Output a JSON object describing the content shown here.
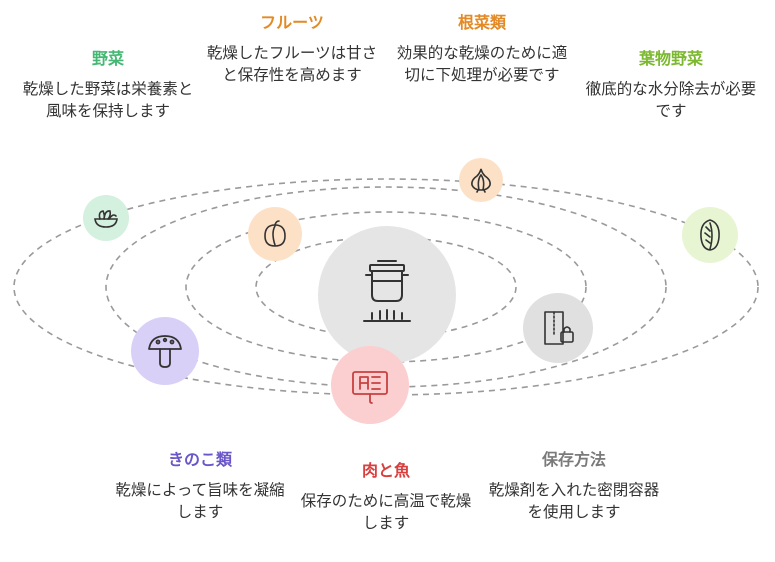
{
  "colors": {
    "vegetables": "#44b873",
    "fruits": "#e38a25",
    "roots": "#e38a25",
    "leafy": "#7cb82f",
    "mushrooms": "#6a55c9",
    "meat_fish": "#d93f3f",
    "storage": "#7a7a7a"
  },
  "center": {
    "icon": "cooking-pot-icon"
  },
  "categories": {
    "vegetables": {
      "title": "野菜",
      "desc": "乾燥した野菜は栄養素と風味を保持します",
      "icon": "salad-bowl-icon"
    },
    "fruits": {
      "title": "フルーツ",
      "desc": "乾燥したフルーツは甘さと保存性を高めます",
      "icon": "apricot-icon"
    },
    "roots": {
      "title": "根菜類",
      "desc": "効果的な乾燥のために適切に下処理が必要です",
      "icon": "onion-icon"
    },
    "leafy": {
      "title": "葉物野菜",
      "desc": "徹底的な水分除去が必要です",
      "icon": "cabbage-icon"
    },
    "mushrooms": {
      "title": "きのこ類",
      "desc": "乾燥によって旨味を凝縮します",
      "icon": "mushroom-icon"
    },
    "meat_fish": {
      "title": "肉と魚",
      "desc": "保存のために高温で乾燥します",
      "icon": "meat-fish-icon"
    },
    "storage": {
      "title": "保存方法",
      "desc": "乾燥剤を入れた密閉容器を使用します",
      "icon": "sealed-bag-icon"
    }
  }
}
